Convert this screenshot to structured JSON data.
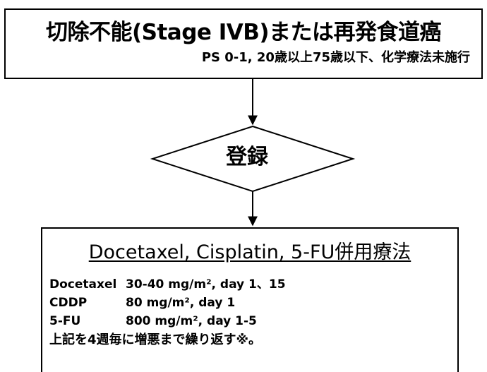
{
  "eligibility": {
    "title": "切除不能(Stage IVB)または再発食道癌",
    "criteria": "PS 0-1, 20歳以上75歳以下、化学療法未施行"
  },
  "registration": {
    "label": "登録"
  },
  "regimen": {
    "title": "Docetaxel, Cisplatin, 5-FU併用療法",
    "drugs": [
      {
        "name": "Docetaxel",
        "dose": "30-40 mg/m², day 1、15"
      },
      {
        "name": "CDDP",
        "dose": "80 mg/m², day 1"
      },
      {
        "name": "5-FU",
        "dose": "800 mg/m², day 1-5"
      }
    ],
    "note": "上記を4週毎に増悪まで繰り返す※。"
  }
}
